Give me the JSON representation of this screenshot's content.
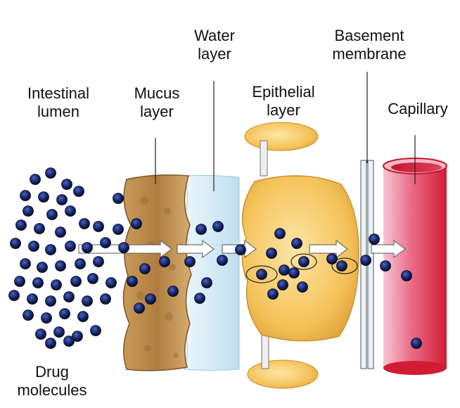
{
  "labels": {
    "intestinal_lumen": [
      "Intestinal",
      "lumen"
    ],
    "mucus_layer": [
      "Mucus",
      "layer"
    ],
    "water_layer": [
      "Water",
      "layer"
    ],
    "epithelial_layer": [
      "Epithelial",
      "layer"
    ],
    "basement_membrane": [
      "Basement",
      "membrane"
    ],
    "capillary": [
      "Capillary"
    ],
    "drug_molecules": [
      "Drug",
      "molecules"
    ]
  },
  "colors": {
    "molecule": "#1a2a6c",
    "molecule_core": "#050a25",
    "mucus": "#b98a4a",
    "water": "#d6ecf7",
    "epithelial": "#f4c35a",
    "capillary": "#e0344a",
    "arrow": "#ffffff"
  },
  "icons": [
    "drug-molecule-icon",
    "transport-arrow-icon"
  ]
}
